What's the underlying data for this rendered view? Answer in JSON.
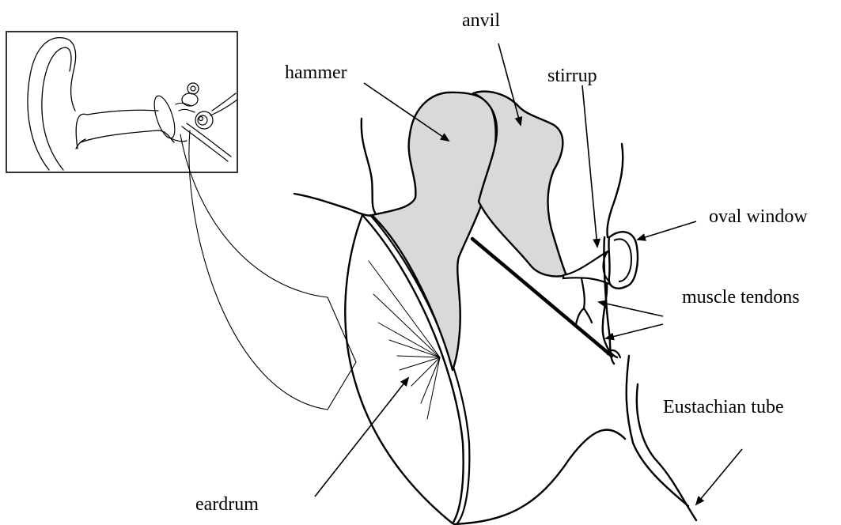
{
  "labels": {
    "anvil": "anvil",
    "hammer": "hammer",
    "stirrup": "stirrup",
    "oval_window": "oval window",
    "muscle_tendons": "muscle tendons",
    "eustachian_tube": "Eustachian tube",
    "eardrum": "eardrum"
  },
  "colors": {
    "ossicle_fill": "#d9d9d9",
    "ink": "#000000",
    "background": "#ffffff"
  }
}
